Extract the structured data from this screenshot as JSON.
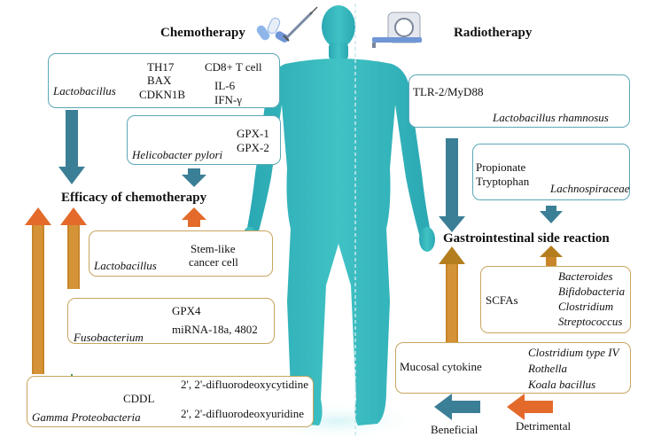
{
  "headers": {
    "chemo": "Chemotherapy",
    "radio": "Radiotherapy",
    "efficacy": "Efficacy of chemotherapy",
    "gi": "Gastrointestinal  side reaction"
  },
  "chemo_boxes": {
    "lacto1": {
      "organism": "Lactobacillus",
      "row1_left": "TH17",
      "row1_right": "CD8+ T cell",
      "row2_left": "BAX",
      "row2_right": "IL-6",
      "row3_left": "CDKN1B",
      "row3_right": "IFN-γ"
    },
    "hpylori": {
      "organism": "Helicobacter pylori",
      "targets": [
        "GPX-1",
        "GPX-2"
      ]
    },
    "lacto2": {
      "organism": "Lactobacillus",
      "target": "Stem-like cancer cell",
      "target_line1": "Stem-like",
      "target_line2": "cancer cell"
    },
    "fuso": {
      "organism": "Fusobacterium",
      "targets": [
        "GPX4",
        "miRNA-18a,  4802"
      ]
    },
    "gamma": {
      "organism": "Gamma Proteobacteria",
      "enzyme": "CDDL",
      "substrate": "2', 2'-difluorodeoxycytidine",
      "product": "2', 2'-difluorodeoxyuridine"
    }
  },
  "radio_boxes": {
    "lrh": {
      "target": "TLR-2/MyD88",
      "organism": "Lactobacillus rhamnosus"
    },
    "lachno": {
      "targets": [
        "Propionate",
        "Tryptophan"
      ],
      "organism": "Lachnospiraceae"
    },
    "scfa": {
      "label": "SCFAs",
      "organisms": [
        "Bacteroides",
        "Bifidobacteria",
        "Clostridium",
        "Streptococcus"
      ]
    },
    "mucosal": {
      "label": "Mucosal cytokine",
      "organisms": [
        "Clostridium type IV",
        "Rothella",
        "Koala bacillus"
      ]
    }
  },
  "legend": {
    "beneficial": "Beneficial",
    "detrimental": "Detrimental"
  },
  "colors": {
    "beneficial_arrow": "#3b7f96",
    "detrimental_arrow": "#e36a2a",
    "brown_arrow": "#b47e1e",
    "body": "#35b7bd",
    "blue_border": "#5ba7b8",
    "gold_border": "#c9a560"
  }
}
